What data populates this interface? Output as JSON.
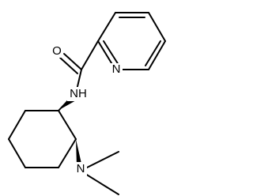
{
  "molecule": {
    "atom_labels": {
      "oxygen": "O",
      "pyridine_nitrogen": "N",
      "amide_nh": "NH",
      "amine_nitrogen": "N"
    },
    "colors": {
      "bond": "#000000",
      "background": "#ffffff"
    }
  }
}
